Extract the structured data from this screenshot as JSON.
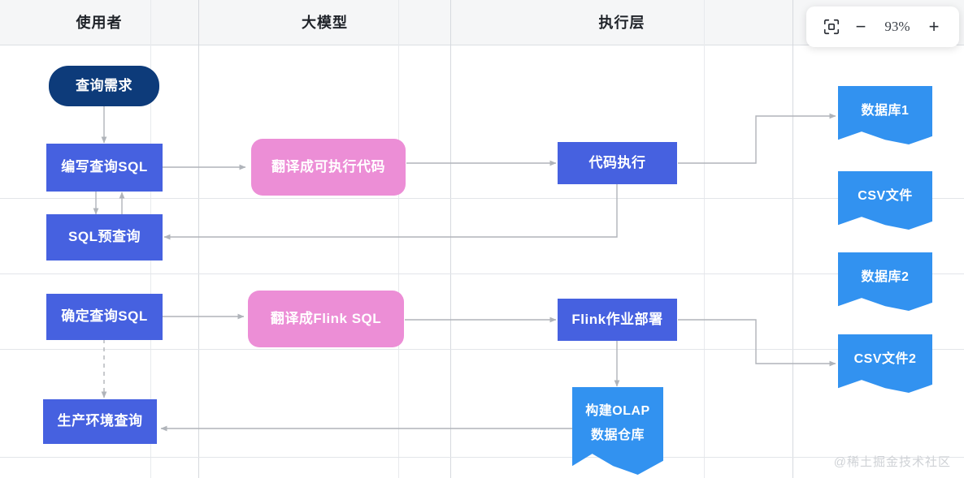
{
  "lanes": [
    {
      "id": "user",
      "label": "使用者"
    },
    {
      "id": "llm",
      "label": "大模型"
    },
    {
      "id": "execution",
      "label": "执行层"
    },
    {
      "id": "storage",
      "label": ""
    }
  ],
  "nodes": [
    {
      "id": "query-demand",
      "label": "查询需求",
      "lane": "user",
      "shape": "pill",
      "color": "#0d3b7a"
    },
    {
      "id": "write-sql",
      "label": "编写查询SQL",
      "lane": "user",
      "shape": "rect",
      "color": "#4661e0"
    },
    {
      "id": "sql-preview",
      "label": "SQL预查询",
      "lane": "user",
      "shape": "rect",
      "color": "#4661e0"
    },
    {
      "id": "confirm-sql",
      "label": "确定查询SQL",
      "lane": "user",
      "shape": "rect",
      "color": "#4661e0"
    },
    {
      "id": "prod-query",
      "label": "生产环境查询",
      "lane": "user",
      "shape": "rect",
      "color": "#4661e0"
    },
    {
      "id": "translate-code",
      "label": "翻译成可执行代码",
      "lane": "llm",
      "shape": "rounded",
      "color": "#ec8ed6"
    },
    {
      "id": "translate-flink",
      "label": "翻译成Flink SQL",
      "lane": "llm",
      "shape": "rounded",
      "color": "#ec8ed6"
    },
    {
      "id": "code-exec",
      "label": "代码执行",
      "lane": "execution",
      "shape": "rect",
      "color": "#4661e0"
    },
    {
      "id": "flink-deploy",
      "label": "Flink作业部署",
      "lane": "execution",
      "shape": "rect",
      "color": "#4661e0"
    },
    {
      "id": "build-olap",
      "label": "构建OLAP",
      "label2": "数据仓库",
      "lane": "execution",
      "shape": "document",
      "color": "#3292f0"
    },
    {
      "id": "database-1",
      "label": "数据库1",
      "lane": "storage",
      "shape": "document",
      "color": "#3292f0"
    },
    {
      "id": "csv-file",
      "label": "CSV文件",
      "lane": "storage",
      "shape": "document",
      "color": "#3292f0"
    },
    {
      "id": "database-2",
      "label": "数据库2",
      "lane": "storage",
      "shape": "document",
      "color": "#3292f0"
    },
    {
      "id": "csv-file-2",
      "label": "CSV文件2",
      "lane": "storage",
      "shape": "document",
      "color": "#3292f0"
    }
  ],
  "edges": [
    {
      "from": "query-demand",
      "to": "write-sql",
      "style": "solid"
    },
    {
      "from": "write-sql",
      "to": "sql-preview",
      "style": "solid"
    },
    {
      "from": "sql-preview",
      "to": "write-sql",
      "style": "solid"
    },
    {
      "from": "write-sql",
      "to": "translate-code",
      "style": "solid"
    },
    {
      "from": "translate-code",
      "to": "code-exec",
      "style": "solid"
    },
    {
      "from": "code-exec",
      "to": "sql-preview",
      "style": "solid"
    },
    {
      "from": "code-exec",
      "to": "database-1",
      "style": "solid"
    },
    {
      "from": "confirm-sql",
      "to": "prod-query",
      "style": "dashed"
    },
    {
      "from": "confirm-sql",
      "to": "translate-flink",
      "style": "solid"
    },
    {
      "from": "translate-flink",
      "to": "flink-deploy",
      "style": "solid"
    },
    {
      "from": "flink-deploy",
      "to": "csv-file-2",
      "style": "solid"
    },
    {
      "from": "flink-deploy",
      "to": "build-olap",
      "style": "solid"
    },
    {
      "from": "build-olap",
      "to": "prod-query",
      "style": "solid"
    }
  ],
  "zoom_control": {
    "fit_icon": "fit-screen-icon",
    "zoom_out_label": "−",
    "zoom_level": "93%",
    "zoom_in_label": "+"
  },
  "watermark": {
    "text": "@稀土掘金技术社区"
  },
  "colors": {
    "navy": "#0d3b7a",
    "blue": "#4661e0",
    "pink": "#ec8ed6",
    "light_blue": "#3292f0",
    "lane_header_bg": "#f5f6f7",
    "edge": "#b0b4ba",
    "canvas": "#ffffff"
  }
}
